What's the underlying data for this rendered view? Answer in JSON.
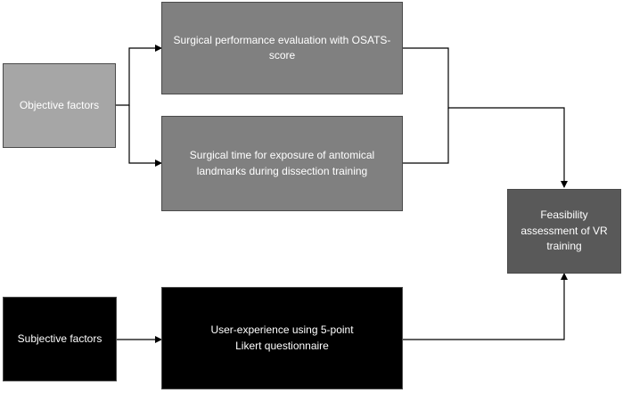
{
  "nodes": {
    "objective": {
      "label": "Objective factors",
      "color": "#a6a6a6"
    },
    "osats": {
      "line1": "Surgical performance evaluation with OSATS-",
      "line2": "score",
      "color": "#808080"
    },
    "time": {
      "line1": "Surgical time for exposure of antomical",
      "line2": "landmarks during dissection training",
      "color": "#808080"
    },
    "feasibility": {
      "line1": "Feasibility",
      "line2": "assessment of VR",
      "line3": "training",
      "color": "#595959"
    },
    "subjective": {
      "label": "Subjective factors",
      "color": "#000000"
    },
    "ux": {
      "line1": "User-experience using 5-point",
      "line2": "Likert questionnaire",
      "color": "#000000"
    }
  },
  "edges": [
    {
      "from": "objective",
      "to": "osats"
    },
    {
      "from": "objective",
      "to": "time"
    },
    {
      "from": "osats",
      "to": "feasibility"
    },
    {
      "from": "time",
      "to": "feasibility"
    },
    {
      "from": "subjective",
      "to": "ux"
    },
    {
      "from": "ux",
      "to": "feasibility"
    }
  ]
}
